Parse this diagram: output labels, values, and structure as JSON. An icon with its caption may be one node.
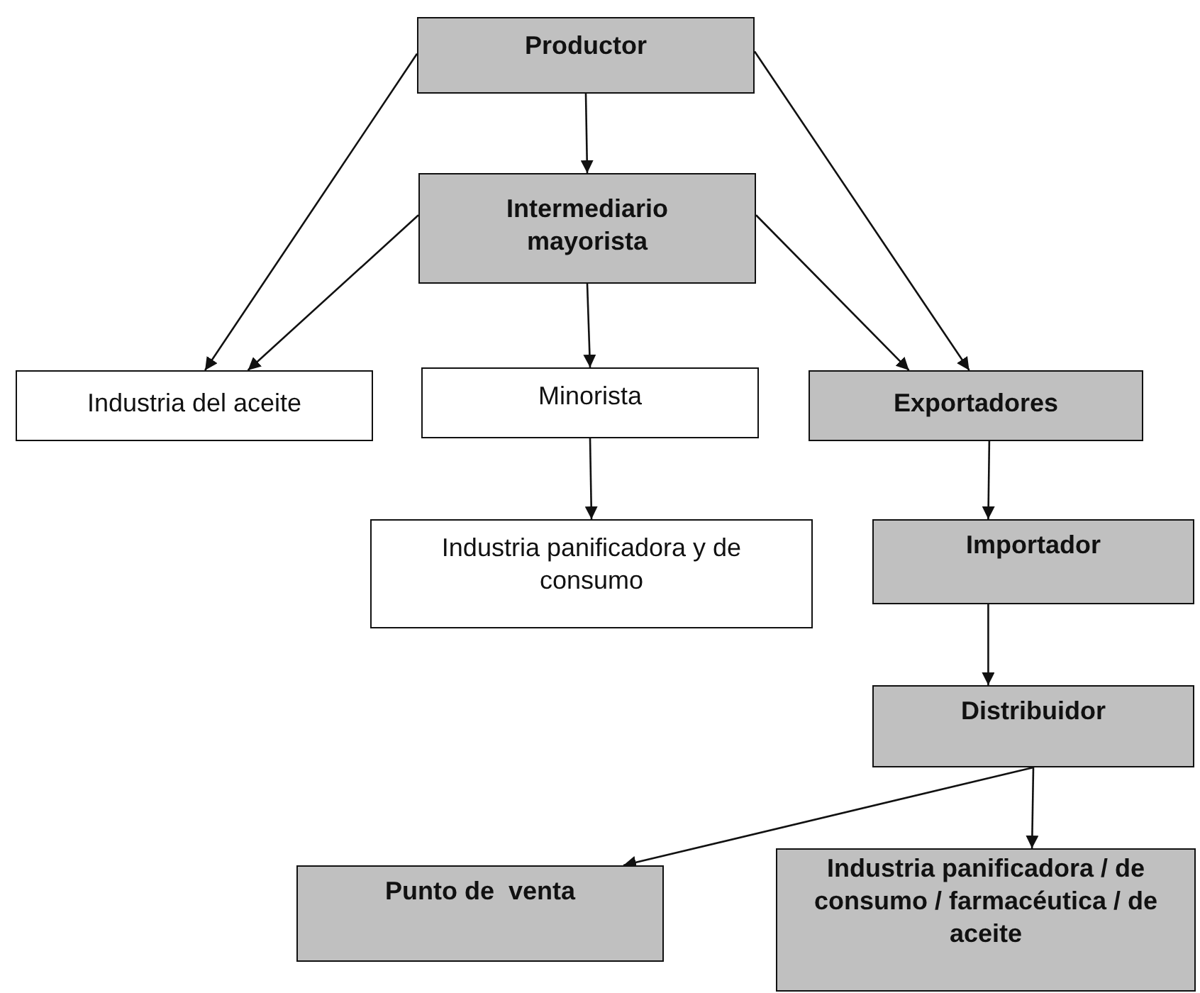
{
  "diagram": {
    "nodes": [
      {
        "text": [
          "Productor"
        ]
      },
      {
        "text": [
          "Intermediario mayorista"
        ]
      },
      {
        "text": [
          "Industria del aceite"
        ]
      },
      {
        "text": [
          "Minorista"
        ]
      },
      {
        "text": [
          "Exportadores"
        ]
      },
      {
        "text": [
          "Industria panificadora y de consumo"
        ]
      },
      {
        "text": [
          "Importador"
        ]
      },
      {
        "text": [
          "Distribuidor"
        ]
      },
      {
        "text": [
          "Punto de  venta"
        ]
      },
      {
        "text": [
          "Industria panificadora / de consumo / farmacéutica / de aceite"
        ]
      }
    ],
    "edges": [
      {
        "from": 0,
        "to": 1,
        "arrow": "to"
      },
      {
        "from": 0,
        "to": 2,
        "arrow": "to"
      },
      {
        "from": 1,
        "to": 2,
        "arrow": "to"
      },
      {
        "from": 1,
        "to": 3,
        "arrow": "to"
      },
      {
        "from": 1,
        "to": 4,
        "arrow": "to"
      },
      {
        "from": 0,
        "to": 4,
        "arrow": "to"
      },
      {
        "from": 3,
        "to": 5,
        "arrow": "to"
      },
      {
        "from": 4,
        "to": 6,
        "arrow": "to"
      },
      {
        "from": 6,
        "to": 7,
        "arrow": "to"
      },
      {
        "from": 7,
        "to": 8,
        "arrow": "to"
      },
      {
        "from": 7,
        "to": 9,
        "arrow": "to"
      }
    ]
  }
}
